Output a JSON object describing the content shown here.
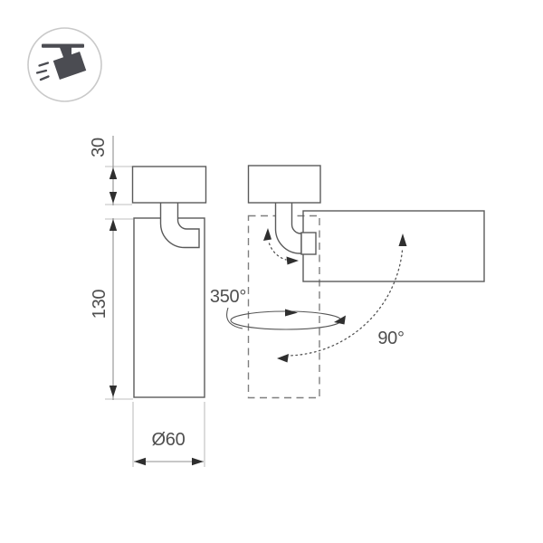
{
  "diagram": {
    "labels": {
      "base_height": "30",
      "body_height": "130",
      "body_diameter": "Ø60",
      "pan_angle": "350°",
      "tilt_angle": "90°"
    },
    "colors": {
      "background": "#ffffff",
      "outline": "#5a5a5a",
      "dashed_outline": "#7f7f7f",
      "dimension_line": "#8f8f8f",
      "extension_line": "#bfbfbf",
      "arrow": "#2f2f2f",
      "label_text": "#4f4f4f",
      "badge_icon": "#4b4c52",
      "badge_circle": "#c9c9c9"
    },
    "icons": {
      "badge": "track-spotlight-icon"
    }
  }
}
